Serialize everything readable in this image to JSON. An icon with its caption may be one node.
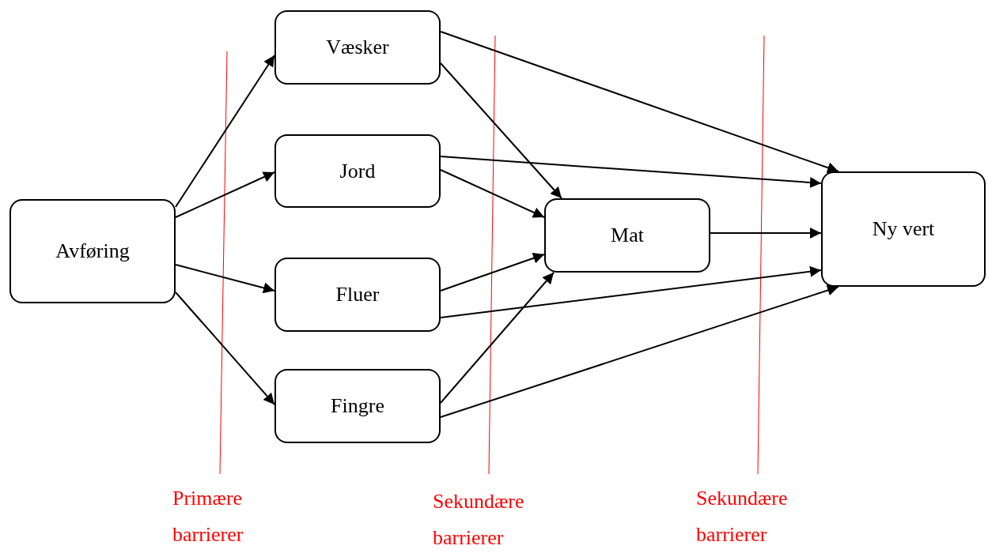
{
  "diagram": {
    "nodes": [
      {
        "text": [
          "Avføring"
        ]
      },
      {
        "text": [
          "Væsker"
        ]
      },
      {
        "text": [
          "Jord"
        ]
      },
      {
        "text": [
          "Fluer"
        ]
      },
      {
        "text": [
          "Fingre"
        ]
      },
      {
        "text": [
          "Mat"
        ]
      },
      {
        "text": [
          "Ny vert"
        ]
      }
    ],
    "edges": [
      {
        "from": 0,
        "to": 1,
        "arrow": "to"
      },
      {
        "from": 0,
        "to": 2,
        "arrow": "to"
      },
      {
        "from": 0,
        "to": 3,
        "arrow": "to"
      },
      {
        "from": 0,
        "to": 4,
        "arrow": "to"
      },
      {
        "from": 1,
        "to": 5,
        "arrow": "to"
      },
      {
        "from": 1,
        "to": 6,
        "arrow": "to"
      },
      {
        "from": 2,
        "to": 6,
        "arrow": "to"
      },
      {
        "from": 2,
        "to": 5,
        "arrow": "to"
      },
      {
        "from": 3,
        "to": 5,
        "arrow": "to"
      },
      {
        "from": 3,
        "to": 6,
        "arrow": "to"
      },
      {
        "from": 4,
        "to": 5,
        "arrow": "to"
      },
      {
        "from": 4,
        "to": 6,
        "arrow": "to"
      },
      {
        "from": 5,
        "to": 6,
        "arrow": "to"
      }
    ],
    "labels": [
      "Primære barrierer",
      "Sekundære barrierer",
      "Sekundære barrierer"
    ]
  }
}
